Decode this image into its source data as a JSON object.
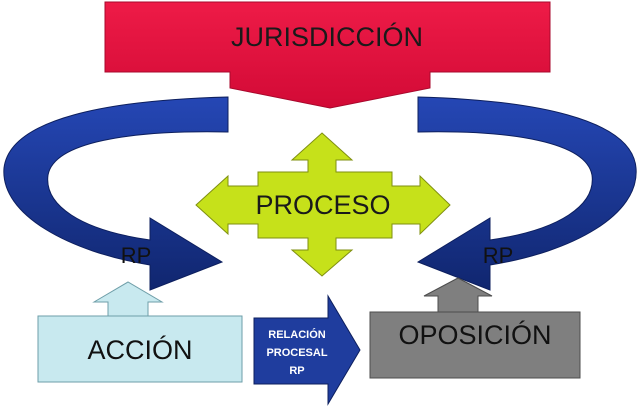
{
  "diagram": {
    "jurisdiccion": "JURISDICCIÓN",
    "proceso": "PROCESO",
    "accion": "ACCIÓN",
    "oposicion": "OPOSICIÓN",
    "rp_left": "RP",
    "rp_right": "RP",
    "relacion": {
      "line1": "RELACIÓN",
      "line2": "PROCESAL",
      "line3": "RP"
    }
  },
  "colors": {
    "jurisdiccion_fill": "#e4103f",
    "proceso_fill": "#c6e11a",
    "accion_fill": "#c8e9ef",
    "oposicion_fill": "#7f7f7f",
    "blue_arrow": "#1c3fa2",
    "blue_arrow_dark": "#13297a",
    "relacion_fill": "#1f3d9e"
  }
}
